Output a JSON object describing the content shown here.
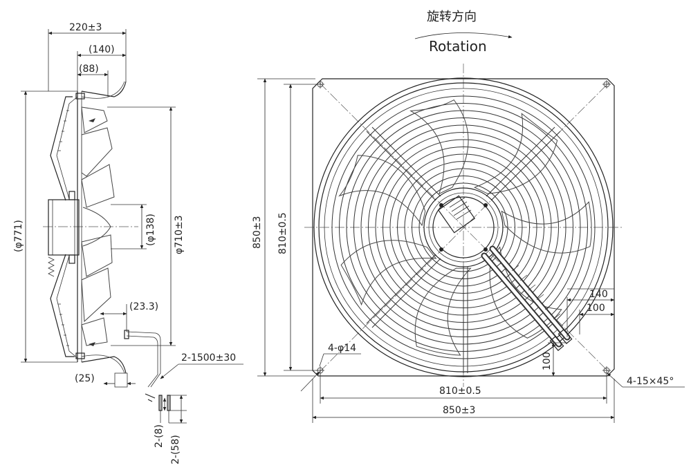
{
  "rotation": {
    "label_cn": "旋转方向",
    "label_en": "Rotation"
  },
  "side_view": {
    "dims": {
      "overall_depth": "220±3",
      "depth_140": "(140)",
      "depth_88": "(88)",
      "outer_dia": "(φ771)",
      "hub_dia": "(φ138)",
      "blade_dia": "φ710±3",
      "offset_23": "(23.3)",
      "offset_25": "(25)",
      "cable_len": "2-1500±30",
      "cable_8": "2-(8)",
      "cable_58": "2-(58)"
    }
  },
  "front_view": {
    "guard_rings": 13,
    "blades": 7,
    "dims": {
      "height_outer": "850±3",
      "height_holes": "810±0.5",
      "width_holes": "810±0.5",
      "width_outer": "850±3",
      "holes": "4-φ14",
      "chamfer": "4-15×45°",
      "d140": "140",
      "d100h": "100",
      "d100v": "100"
    }
  }
}
